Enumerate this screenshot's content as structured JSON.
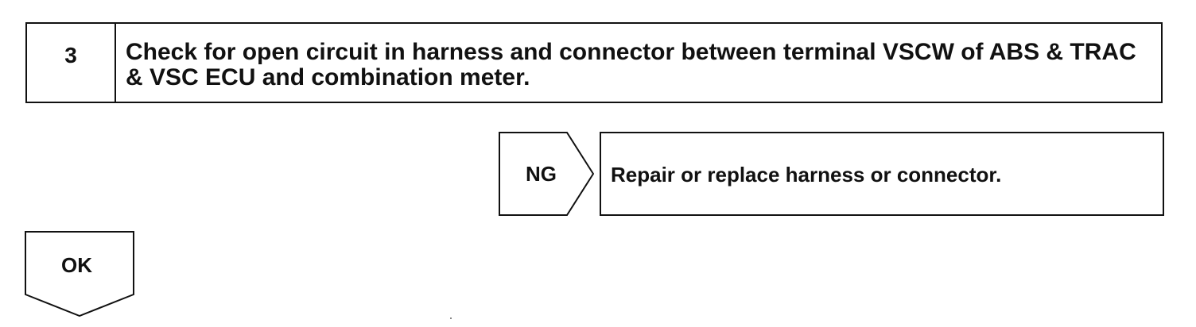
{
  "step": {
    "number": "3",
    "text": "Check for open circuit in harness and connector between terminal VSCW of ABS & TRAC & VSC ECU and combination meter."
  },
  "ng_branch": {
    "label": "NG",
    "action": "Repair or replace harness or connector."
  },
  "ok_branch": {
    "label": "OK"
  }
}
